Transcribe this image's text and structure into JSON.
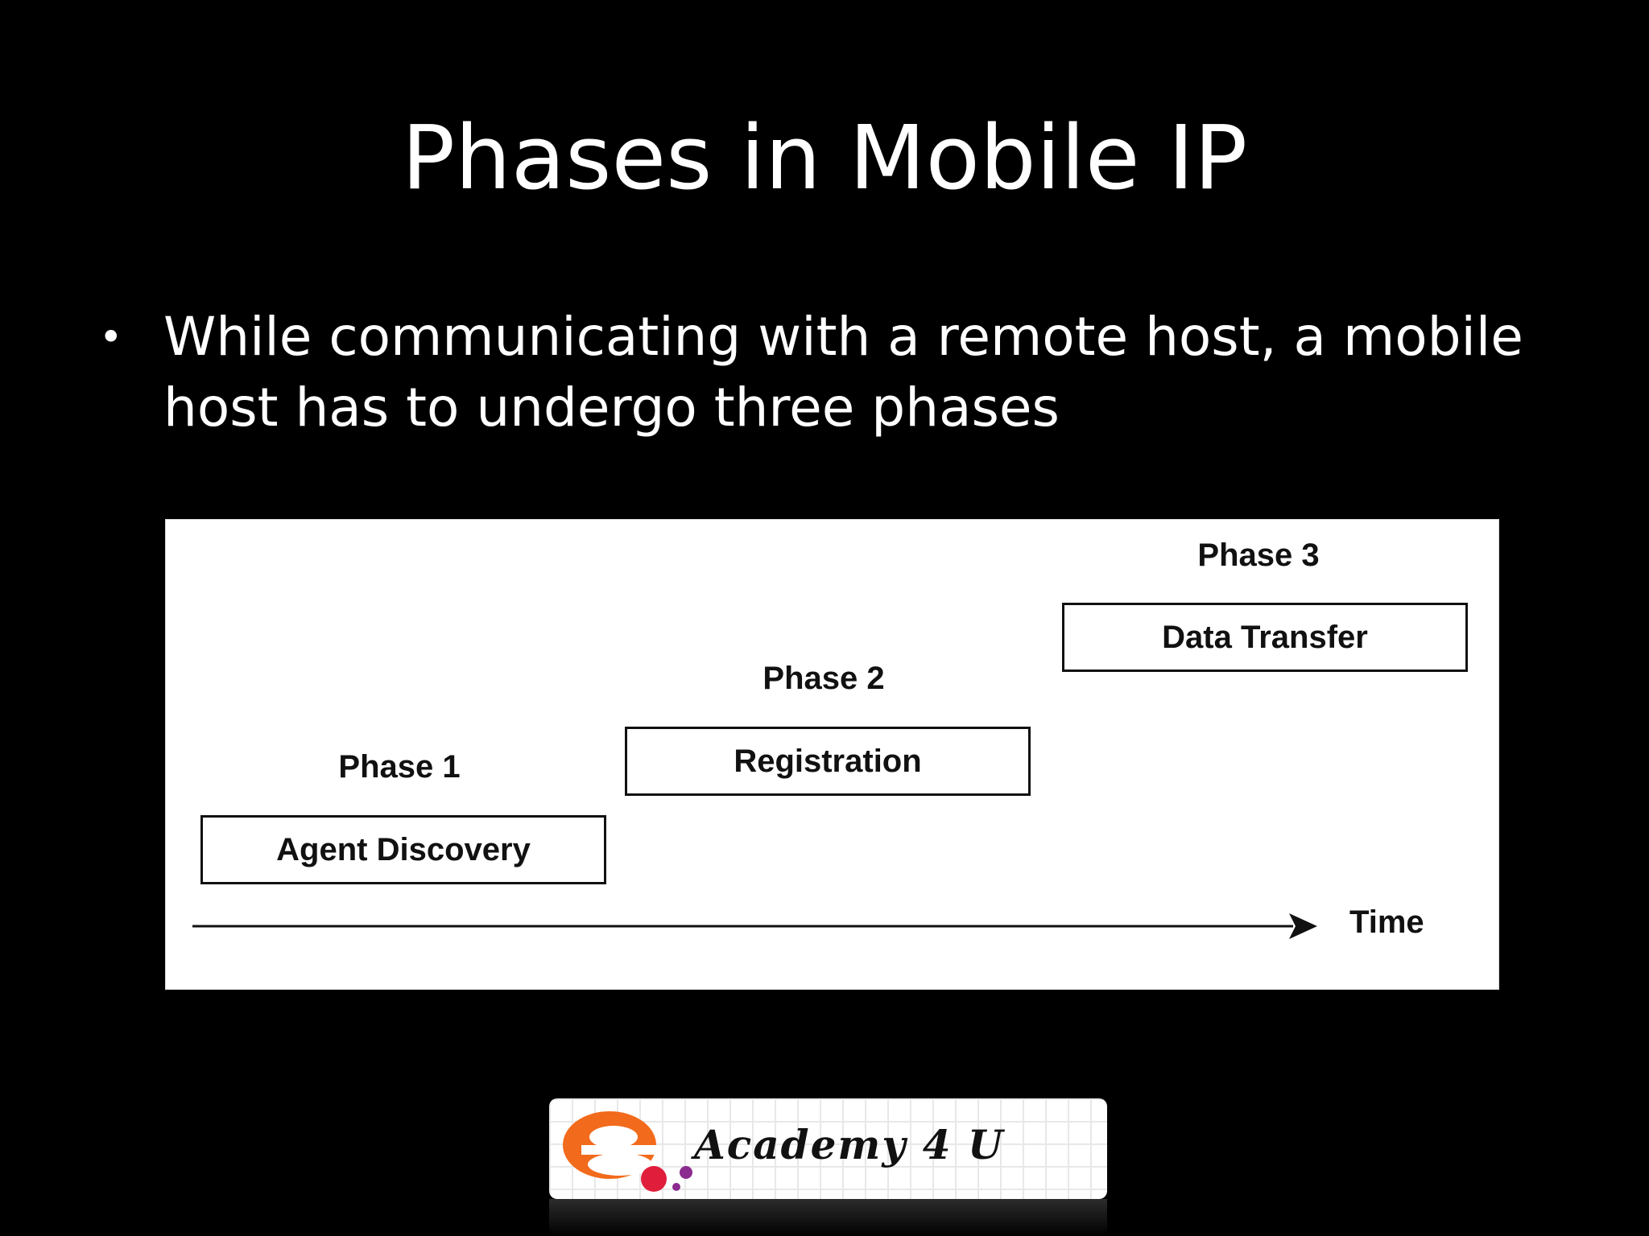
{
  "slide": {
    "title": "Phases in Mobile IP",
    "bullet": "While communicating with a remote host, a mobile host has to undergo three phases"
  },
  "diagram": {
    "phases": [
      {
        "label": "Phase 1",
        "name": "Agent Discovery"
      },
      {
        "label": "Phase 2",
        "name": "Registration"
      },
      {
        "label": "Phase 3",
        "name": "Data Transfer"
      }
    ],
    "axis_label": "Time"
  },
  "logo": {
    "text": "Academy 4 U",
    "colors": {
      "orange": "#f26a1b",
      "red": "#e01e3c",
      "purple": "#8b2a8f"
    }
  }
}
